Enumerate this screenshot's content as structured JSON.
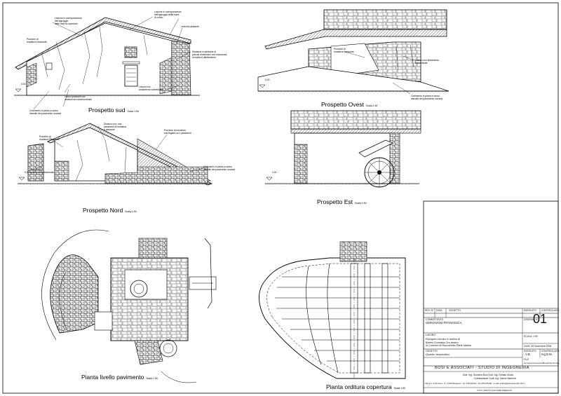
{
  "drawings": {
    "sud": {
      "title": "Prospetto sud",
      "scale": "Scala 1:50"
    },
    "ovest": {
      "title": "Prospetto Ovest",
      "scale": "Scala 1:50"
    },
    "nord": {
      "title": "Prospetto Nord",
      "scale": "Scala 1:50"
    },
    "est": {
      "title": "Prospetto Est",
      "scale": "Scala 1:50"
    },
    "pavimento": {
      "title": "Pianta livello pavimento",
      "scale": "Scala 1:50"
    },
    "copertura": {
      "title": "Pianta orditura copertura",
      "scale": "Scala 1:50"
    }
  },
  "annotations": {
    "sud_1": "Lesione in corrispondenza\ndell'appoggio della trave\ndi colmo",
    "sud_2": "Lesione in corrispondenza\ndell'appoggio\ndelle travi di copertura",
    "sud_3": "Lesione passante",
    "sud_4": "Porzione di\nmuratura mancante",
    "sud_5": "Muratura in pietrame di\npiccole dimensioni con mancanza\ndi malta di allettamento",
    "sud_6": "Lesioni passanti con\nandamento suborizzontale",
    "sud_7": "Lesioni con\nandamento subverticale",
    "sud_8": "Cedimento in pietra a secco\ndissolto del paramento murario",
    "ovest_1": "Porzione di\nmuratura mancante",
    "ovest_2": "Lesioni con andamento\nsubverticale",
    "ovest_3": "Cedimento in pietra a secco\ndissolto del paramento murario",
    "nord_1": "Porzione di\nmuratura mancante",
    "nord_2": "Distacco tra i due\nparamenti di muratura\ne pietrame",
    "nord_3": "Porzione di muratura\nmal legata con i paramenti",
    "nord_4": "Lesioni con\nandamento subverticale",
    "nord_5": "Cedimento in pietra a secco\ndissolto del paramento murario",
    "quota": "0,00"
  },
  "cartiglio": {
    "header_cols": [
      "REV. N°",
      "DATA",
      "OGGETTO",
      "ESEGUITO",
      "CONTROLLATO"
    ],
    "committente_label": "COMMITTENTE",
    "committente": "GERVASONI FRANCESCA",
    "disegno_label": "DISEGNO N°",
    "disegno_n": "01",
    "lavoro_label": "LAVORO",
    "lavoro": "Recupero tecnico e mulino di\nBaresi Contrada Orn dentro\nin Comune di Roncobello-Parte statica",
    "scala": "SCALA: 1:50",
    "data": "DATA: 30 Novembre 2006",
    "oggetto_label": "OGGETTO",
    "oggetto": "Quadro fessurativo",
    "eseguito_label": "ESEGUITO",
    "eseguito": "V.B.",
    "controllato_label": "CONTROLLATO",
    "controllato": "Ing.D.M.",
    "file_label": "FILE",
    "file": "Gervasoni Francesca/Baresi/Tav-01.dwg",
    "studio": "BOSI E ASSOCIATI - STUDIO DI INGEGNERIA",
    "studio_line1": "Dott. Ing. Giovanni Bosi  Dott. Ing. Donato Mussi",
    "studio_line2": "Collaboratore: Dott. Ing. Danilo Manenti",
    "studio_address": "Via IV.C. Ambrosini n. 8 - 24126 Bergamo - tel. 035/215194 - fax 035/215195 - e-mail: studio@bosieassociati.191.it",
    "copyright": "TUTTI I DIRITTI D'AUTORE RISERVATI"
  }
}
